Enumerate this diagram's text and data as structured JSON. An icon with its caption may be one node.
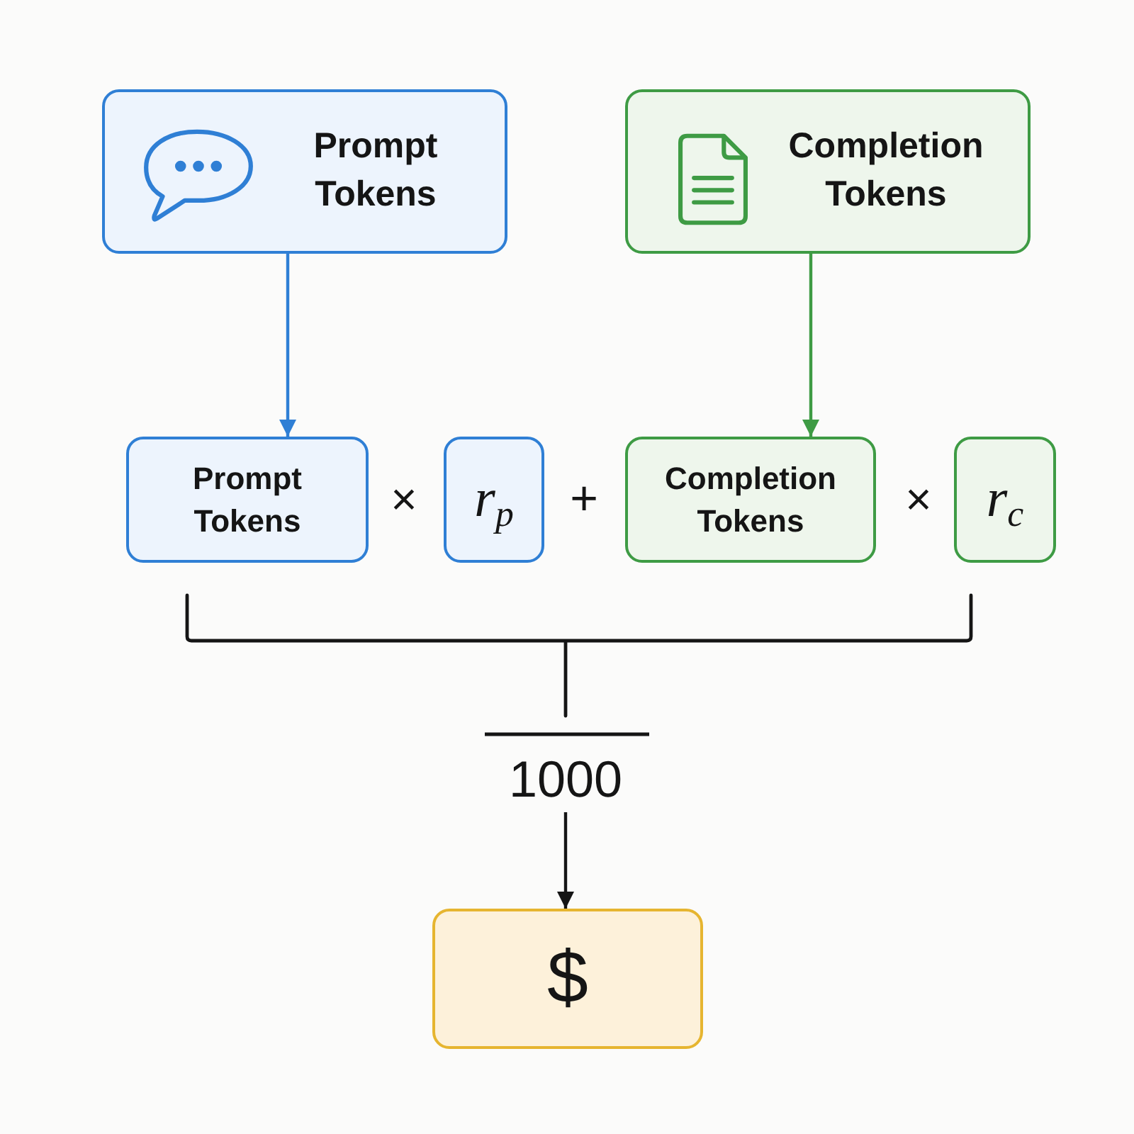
{
  "diagram": {
    "nodes": [
      {
        "text": [
          "Prompt Tokens"
        ]
      },
      {
        "text": [
          "Completion Tokens"
        ]
      },
      {
        "text": [
          "Prompt Tokens"
        ]
      },
      {
        "text": [
          "r$_{p}$"
        ]
      },
      {
        "text": [
          "Completion Tokens"
        ]
      },
      {
        "text": [
          "r$_{c}$"
        ]
      },
      {
        "text": [
          "1000"
        ]
      },
      {
        "text": [
          "$"
        ]
      }
    ],
    "edges": [
      {
        "from": 0,
        "to": 2,
        "arrow": "to",
        "color": "#2f7fd5"
      },
      {
        "from": 1,
        "to": 4,
        "arrow": "to",
        "color": "#3e9b44"
      },
      {
        "from": 6,
        "to": 7,
        "arrow": "to",
        "color": "#151515"
      }
    ],
    "labels": [
      "×",
      "+",
      "×"
    ]
  }
}
